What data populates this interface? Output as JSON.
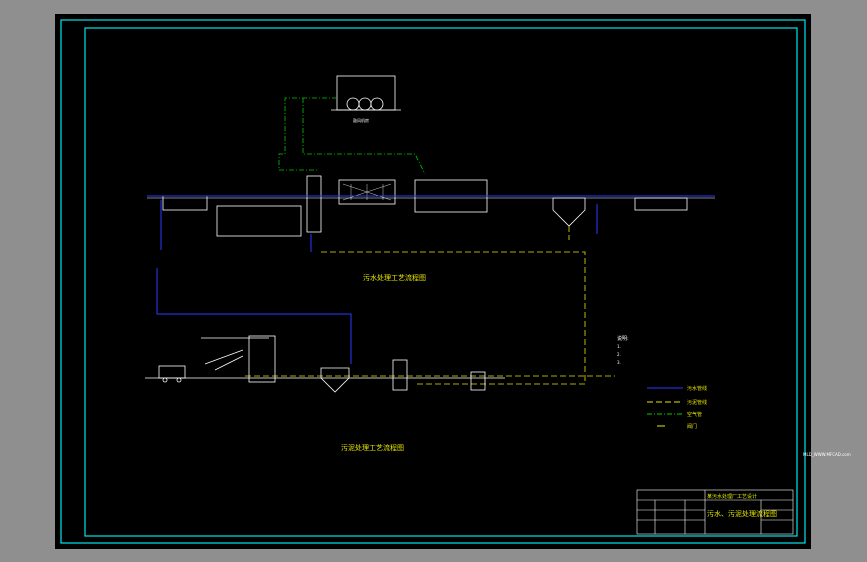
{
  "diagram": {
    "title_upper": "污水处理工艺流程图",
    "title_lower": "污泥处理工艺流程图",
    "notes_heading": "说明:",
    "notes": [
      "1.",
      "2.",
      "3."
    ],
    "legend": [
      {
        "label": "污水管线",
        "color": "#2a3cff",
        "style": "solid"
      },
      {
        "label": "污泥管线",
        "color": "#e6e600",
        "style": "dashed"
      },
      {
        "label": "空气管",
        "color": "#00c800",
        "style": "dashdot"
      },
      {
        "label": "阀门",
        "color": "#e6e600",
        "style": "valve"
      }
    ],
    "title_block": {
      "drawing_name": "污水、污泥处理流程图",
      "header": "某污水处理厂工艺设计"
    }
  },
  "colors": {
    "border": "#00e5ee",
    "background": "#000000",
    "equipment": "#ffffff",
    "sludge": "#e6e600",
    "sewage": "#2a3cff",
    "air": "#00c800"
  },
  "watermark": "MLD_WWW.MFCAD.com"
}
